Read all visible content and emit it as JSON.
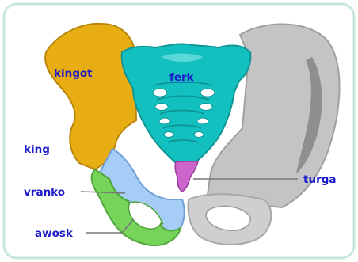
{
  "labels": {
    "kingot": "kingot",
    "ferk": "ferk",
    "king": "king",
    "turga": "turga",
    "vranko": "vranko",
    "awosk": "awosk"
  },
  "colors": {
    "frame_border": "#c8e6dc",
    "ilium": "#e9ad14",
    "ilium_outline": "#b8860b",
    "sacrum": "#13c0c0",
    "sacrum_outline": "#0e9595",
    "coccyx": "#cc66cc",
    "pubis": "#a5cdf5",
    "ischium": "#77d45a",
    "right_hip": "#c4c4c4",
    "right_hip_dark": "#8f8f8f",
    "label_text": "#1a1acc",
    "leader_line": "#777777"
  }
}
